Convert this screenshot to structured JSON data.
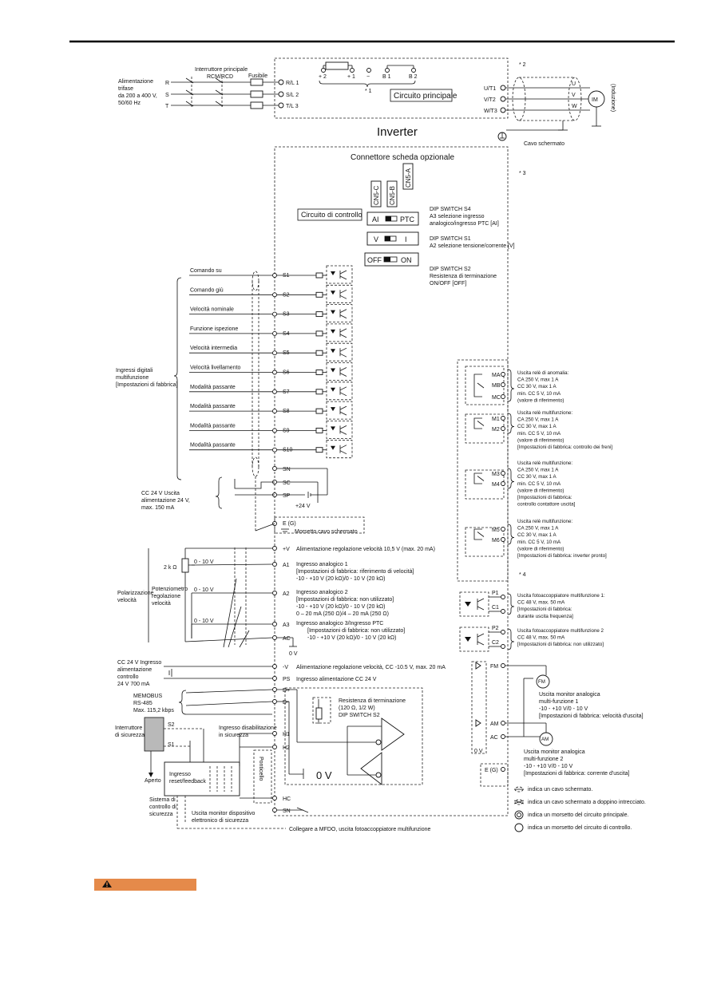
{
  "power": {
    "supply_lines": [
      "Alimentazione",
      "trifase",
      "da 200 a 400 V,",
      "50/60 Hz"
    ],
    "phases": [
      "R",
      "S",
      "T"
    ],
    "breaker_lines": [
      "Interruttore principale",
      "RCM/RCD"
    ],
    "fuse": "Fusibile",
    "input_terminals": [
      "R/L 1",
      "S/L 2",
      "T/L 3"
    ],
    "dc_terminals": [
      "+ 2",
      "+ 1",
      "−",
      "B 1",
      "B 2"
    ],
    "note_1": "* 1",
    "note_2": "* 2",
    "note_3": "* 3",
    "note_4": "* 4",
    "main_circuit": "Circuito principale",
    "output_terminals": [
      "U/T1",
      "V/T2",
      "W/T3"
    ],
    "motor_phases": [
      "U",
      "V",
      "W"
    ],
    "motor": "IM",
    "motor_note": "(Induzione)",
    "shielded_cable": "Cavo schermato"
  },
  "inverter": {
    "title": "Inverter",
    "option_connector": "Connettore scheda opzionale",
    "connectors": [
      "CN5-C",
      "CN5-B",
      "CN5-A"
    ],
    "control_circuit": "Circuito di controllo"
  },
  "dip": {
    "s4": {
      "left": "AI",
      "right": "PTC",
      "desc": [
        "DIP SWITCH S4",
        "A3 selezione ingresso",
        "analogico/ingresso PTC [AI]"
      ]
    },
    "s1": {
      "left": "V",
      "right": "I",
      "desc": [
        "DIP SWITCH S1",
        "A2 selezione tensione/corrente [V]"
      ]
    },
    "s2": {
      "left": "OFF",
      "right": "ON",
      "desc": [
        "DIP SWITCH S2",
        "Resistenza di terminazione",
        "ON/OFF [OFF]"
      ]
    }
  },
  "digital_inputs": {
    "group_label": [
      "Ingressi digitali",
      "multifunzione",
      "[Impostazioni di fabbrica]"
    ],
    "items": [
      {
        "terminal": "S1",
        "label": "Comando su"
      },
      {
        "terminal": "S2",
        "label": "Comando giù"
      },
      {
        "terminal": "S3",
        "label": "Velocità nominale"
      },
      {
        "terminal": "S4",
        "label": "Funzione ispezione"
      },
      {
        "terminal": "S5",
        "label": "Velocità intermedia"
      },
      {
        "terminal": "S6",
        "label": "Velocità livellamento"
      },
      {
        "terminal": "S7",
        "label": "Modalità passante"
      },
      {
        "terminal": "S8",
        "label": "Modalità passante"
      },
      {
        "terminal": "S9",
        "label": "Modalità passante"
      },
      {
        "terminal": "S10",
        "label": "Modalità passante"
      }
    ],
    "sn": "SN",
    "sc": "SC",
    "sp": "SP",
    "plus24": "+24 V",
    "supply_label": [
      "CC 24 V Uscita",
      "alimentazione 24 V,",
      "max. 150 mA"
    ]
  },
  "analog": {
    "eg": "E (G)",
    "eg_desc": "Morsetto cavo schermato",
    "pv": "+V",
    "pv_desc": "Alimentazione regolazione velocità 10,5 V (max. 20 mA)",
    "a1": "A1",
    "a1_desc": [
      "Ingresso analogico 1",
      "[Impostazioni di fabbrica: riferimento di velocità]",
      "-10 - +10 V (20 kΩ)/0 - 10 V (20 kΩ)"
    ],
    "a2": "A2",
    "a2_desc": [
      "Ingresso analogico 2",
      "[Impostazioni di fabbrica: non utilizzato]",
      "-10 - +10 V (20 kΩ)/0 - 10 V (20 kΩ)",
      "0 – 20 mA (250 Ω)/4 – 20 mA (250 Ω)"
    ],
    "a3": "A3",
    "a3_desc": [
      "Ingresso analogico 3/Ingresso PTC",
      "[Impostazioni di fabbrica: non utilizzato]",
      "-10 - +10 V (20 kΩ)/0 - 10 V (20 kΩ)"
    ],
    "ac": "AC",
    "zero_v": "0 V",
    "range": "0 - 10 V",
    "pot": "2 k Ω",
    "bias": [
      "Polarizzazione",
      "velocità"
    ],
    "pot_label": [
      "Potenziometro",
      "regolazione",
      "velocità"
    ],
    "mv": "-V",
    "mv_desc": "Alimentazione regolazione velocità, CC -10.5 V, max. 20 mA",
    "ps": "PS",
    "ps_desc": "Ingresso alimentazione CC 24 V",
    "ext_supply": [
      "CC 24 V Ingresso",
      "alimentazione",
      "controllo",
      "24 V 700 mA"
    ]
  },
  "comm": {
    "memobus": [
      "MEMOBUS",
      "RS-485",
      "Max. 115,2 kbps"
    ],
    "dplus": "D+",
    "dminus": "D-",
    "term_res": [
      "Resistenza di terminazione",
      "(120 Ω, 1/2 W)",
      "DIP SWITCH S2"
    ]
  },
  "safety": {
    "switch": [
      "Interruttore",
      "di sicurezza"
    ],
    "s1": "S1",
    "s2": "S2",
    "open": "Aperto",
    "reset": [
      "Ingresso",
      "reset/feedback"
    ],
    "system": [
      "Sistema di",
      "controllo di",
      "sicurezza"
    ],
    "disable_in": [
      "Ingresso disabilitazione",
      "in sicurezza"
    ],
    "h1": "H1",
    "h2": "H2",
    "hc": "HC",
    "sn": "SN",
    "jumper": "Ponticello",
    "monitor": [
      "Uscita monitor dispositivo",
      "elettronico di sicurezza"
    ],
    "mfdo": "Collegare a MFDO, uscita fotoaccoppiatore multifunzione"
  },
  "relays": [
    {
      "terminals": [
        "MA",
        "MB",
        "MC"
      ],
      "desc": [
        "Uscita relè di anomalia:",
        "CA 250 V, max 1 A",
        "CC 30 V, max 1 A",
        "min. CC 5 V, 10 mA",
        "(valore di riferimento)"
      ]
    },
    {
      "terminals": [
        "M1",
        "M2"
      ],
      "desc": [
        "Uscita relè multifunzione:",
        "CA 250 V, max 1 A",
        "CC 30 V, max 1 A",
        "min. CC 5 V, 10 mA",
        "(valore di riferimento)",
        "[Impostazioni di fabbrica: controllo dei freni]"
      ]
    },
    {
      "terminals": [
        "M3",
        "M4"
      ],
      "desc": [
        "Uscita relè multifunzione:",
        "CA 250 V, max 1 A",
        "CC 30 V, max 1 A",
        "min. CC 5 V, 10 mA",
        "(valore di riferimento)",
        "[Impostazioni di fabbrica:",
        "controllo contattore uscita]"
      ]
    },
    {
      "terminals": [
        "M5",
        "M6"
      ],
      "desc": [
        "Uscita relè multifunzione:",
        "CA 250 V, max 1 A",
        "CC 30 V, max 1 A",
        "min. CC 5 V, 10 mA",
        "(valore di riferimento)",
        "[Impostazioni di fabbrica: inverter pronto]"
      ]
    }
  ],
  "photo": [
    {
      "terminals": [
        "P1",
        "C1"
      ],
      "desc": [
        "Uscita fotoaccoppiatore multifunzione 1:",
        "CC 48 V, max. 50 mA",
        "[Impostazioni di fabbrica:",
        "durante uscita frequenza]"
      ]
    },
    {
      "terminals": [
        "P2",
        "C2"
      ],
      "desc": [
        "Uscita fotoaccoppiatore multifunzione 2",
        "CC 48 V, max. 50 mA",
        "[Impostazioni di fabbrica: non utilizzato]"
      ]
    }
  ],
  "monitors": {
    "fm": "FM",
    "am": "AM",
    "ac": "AC",
    "zero_v": "0 V",
    "fm_desc": [
      "Uscita monitor analogica",
      "multi-funzione 1",
      "-10 - +10 V/0 - 10 V",
      "[Impostazioni di fabbrica: velocità d'uscita]"
    ],
    "am_desc": [
      "Uscita monitor analogica",
      "multi-funzione 2",
      "-10 - +10 V/0 - 10 V",
      "[Impostazioni di fabbrica: corrente d'uscita]"
    ],
    "eg": "E (G)"
  },
  "legend": [
    "indica un cavo schermato.",
    "indica un cavo schermato a doppino intrecciato.",
    "indica un morsetto del circuito principale.",
    "indica un morsetto del circuito di controllo."
  ],
  "colors": {
    "warning": "#e58a4a"
  }
}
